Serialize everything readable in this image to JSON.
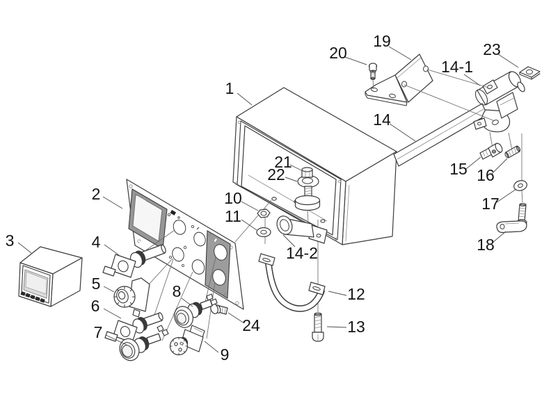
{
  "diagram": {
    "kind": "exploded-parts-diagram",
    "background_color": "#ffffff",
    "line_color": "#3a3a3a",
    "leader_line_color": "#4f4f4f",
    "label_color": "#141414",
    "panel_bezel_color": "#969696",
    "sub_panel_color": "#9c9c9c",
    "display_color": "#e8e8e8",
    "dark_band_color": "#3a3a3a",
    "labels": {
      "p1": "1",
      "p2": "2",
      "p3": "3",
      "p4": "4",
      "p5": "5",
      "p6": "6",
      "p7": "7",
      "p8": "8",
      "p9": "9",
      "p10": "10",
      "p11": "11",
      "p12": "12",
      "p13": "13",
      "p14": "14",
      "p14_1": "14-1",
      "p14_2": "14-2",
      "p15": "15",
      "p16": "16",
      "p17": "17",
      "p18": "18",
      "p19": "19",
      "p20": "20",
      "p21": "21",
      "p22": "22",
      "p23": "23",
      "p24": "24"
    }
  }
}
